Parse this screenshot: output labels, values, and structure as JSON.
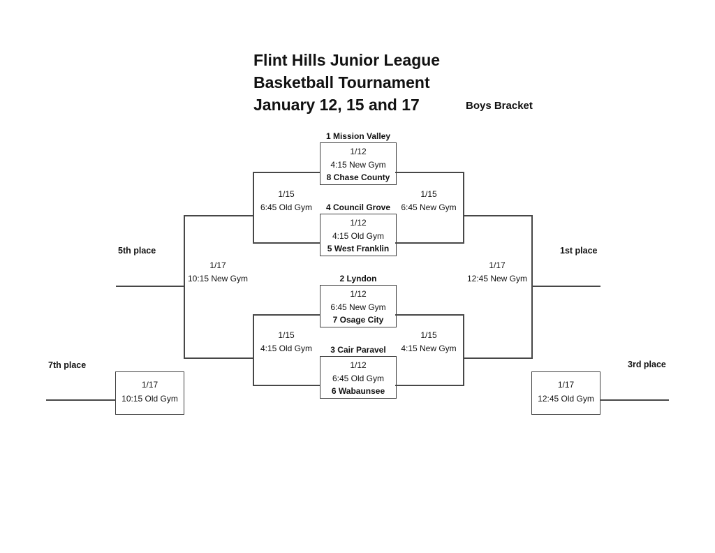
{
  "title": {
    "line1": "Flint Hills Junior League",
    "line2": "Basketball Tournament",
    "line3": "January 12, 15 and 17",
    "bracket_label": "Boys Bracket"
  },
  "round1_games": [
    {
      "seed_top": "1 Mission Valley",
      "date": "1/12",
      "time_venue": "4:15 New Gym",
      "seed_bottom": "8 Chase County"
    },
    {
      "seed_top": "4 Council Grove",
      "date": "1/12",
      "time_venue": "4:15 Old Gym",
      "seed_bottom": "5 West Franklin"
    },
    {
      "seed_top": "2 Lyndon",
      "date": "1/12",
      "time_venue": "6:45 New Gym",
      "seed_bottom": "7 Osage City"
    },
    {
      "seed_top": "3 Cair Paravel",
      "date": "1/12",
      "time_venue": "6:45 Old Gym",
      "seed_bottom": "6 Wabaunsee"
    }
  ],
  "semifinal_games": {
    "consolation_top": {
      "date": "1/15",
      "time_venue": "6:45 Old Gym"
    },
    "winners_top": {
      "date": "1/15",
      "time_venue": "6:45 New Gym"
    },
    "consolation_bottom": {
      "date": "1/15",
      "time_venue": "4:15 Old Gym"
    },
    "winners_bottom": {
      "date": "1/15",
      "time_venue": "4:15 New Gym"
    }
  },
  "placement_games": {
    "fifth": {
      "label": "5th place",
      "date": "1/17",
      "time_venue": "10:15 New Gym"
    },
    "first": {
      "label": "1st place",
      "date": "1/17",
      "time_venue": "12:45 New Gym"
    },
    "seventh": {
      "label": "7th place",
      "date": "1/17",
      "time_venue": "10:15 Old Gym"
    },
    "third": {
      "label": "3rd place",
      "date": "1/17",
      "time_venue": "12:45 Old Gym"
    }
  },
  "colors": {
    "background": "#ffffff",
    "line": "#474747",
    "box_border": "#3f3f3f",
    "text": "#111111"
  }
}
